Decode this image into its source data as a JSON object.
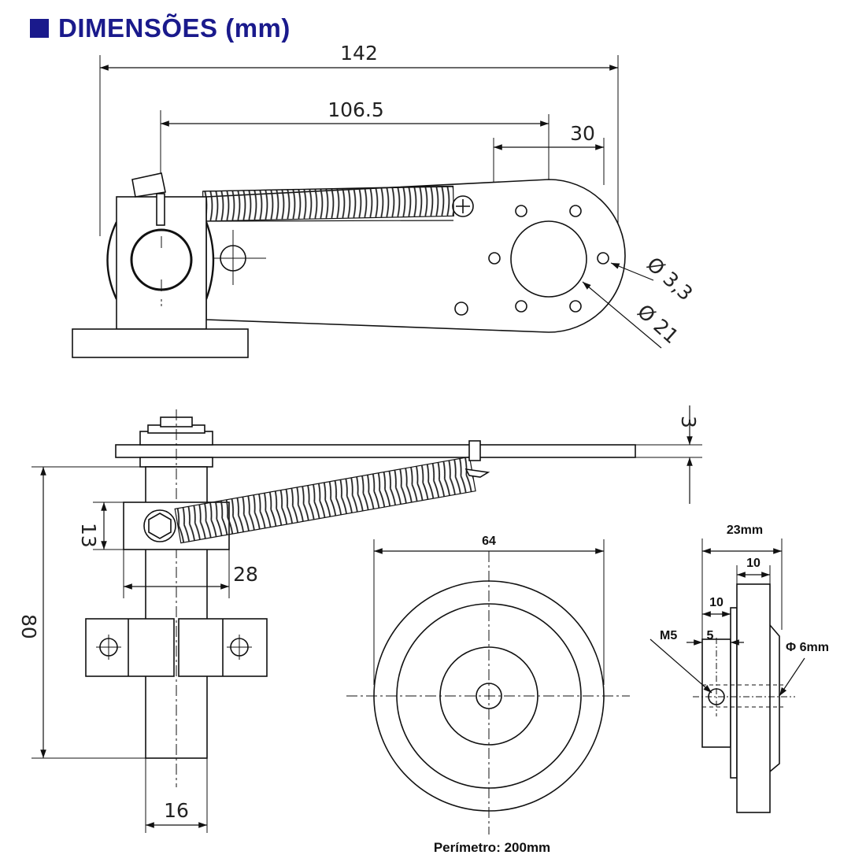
{
  "title": "DIMENSÕES (mm)",
  "top_view": {
    "overall_length": "142",
    "pivot_to_wheel": "106.5",
    "wheel_offset": "30",
    "hole_dia": "Ø 3,3",
    "bore_dia": "Ø 21"
  },
  "side_view": {
    "plate_thickness": "3",
    "clamp_height": "13",
    "clamp_width": "28",
    "total_height": "80",
    "shaft_dia": "16"
  },
  "wheel_front": {
    "diameter": "64",
    "perimeter_caption": "Perímetro: 200mm"
  },
  "wheel_side": {
    "total_width": "23mm",
    "tread_width": "10",
    "hub_width": "10",
    "thread": "M5",
    "thread_offset": "5",
    "axle_dia": "Φ 6mm"
  }
}
